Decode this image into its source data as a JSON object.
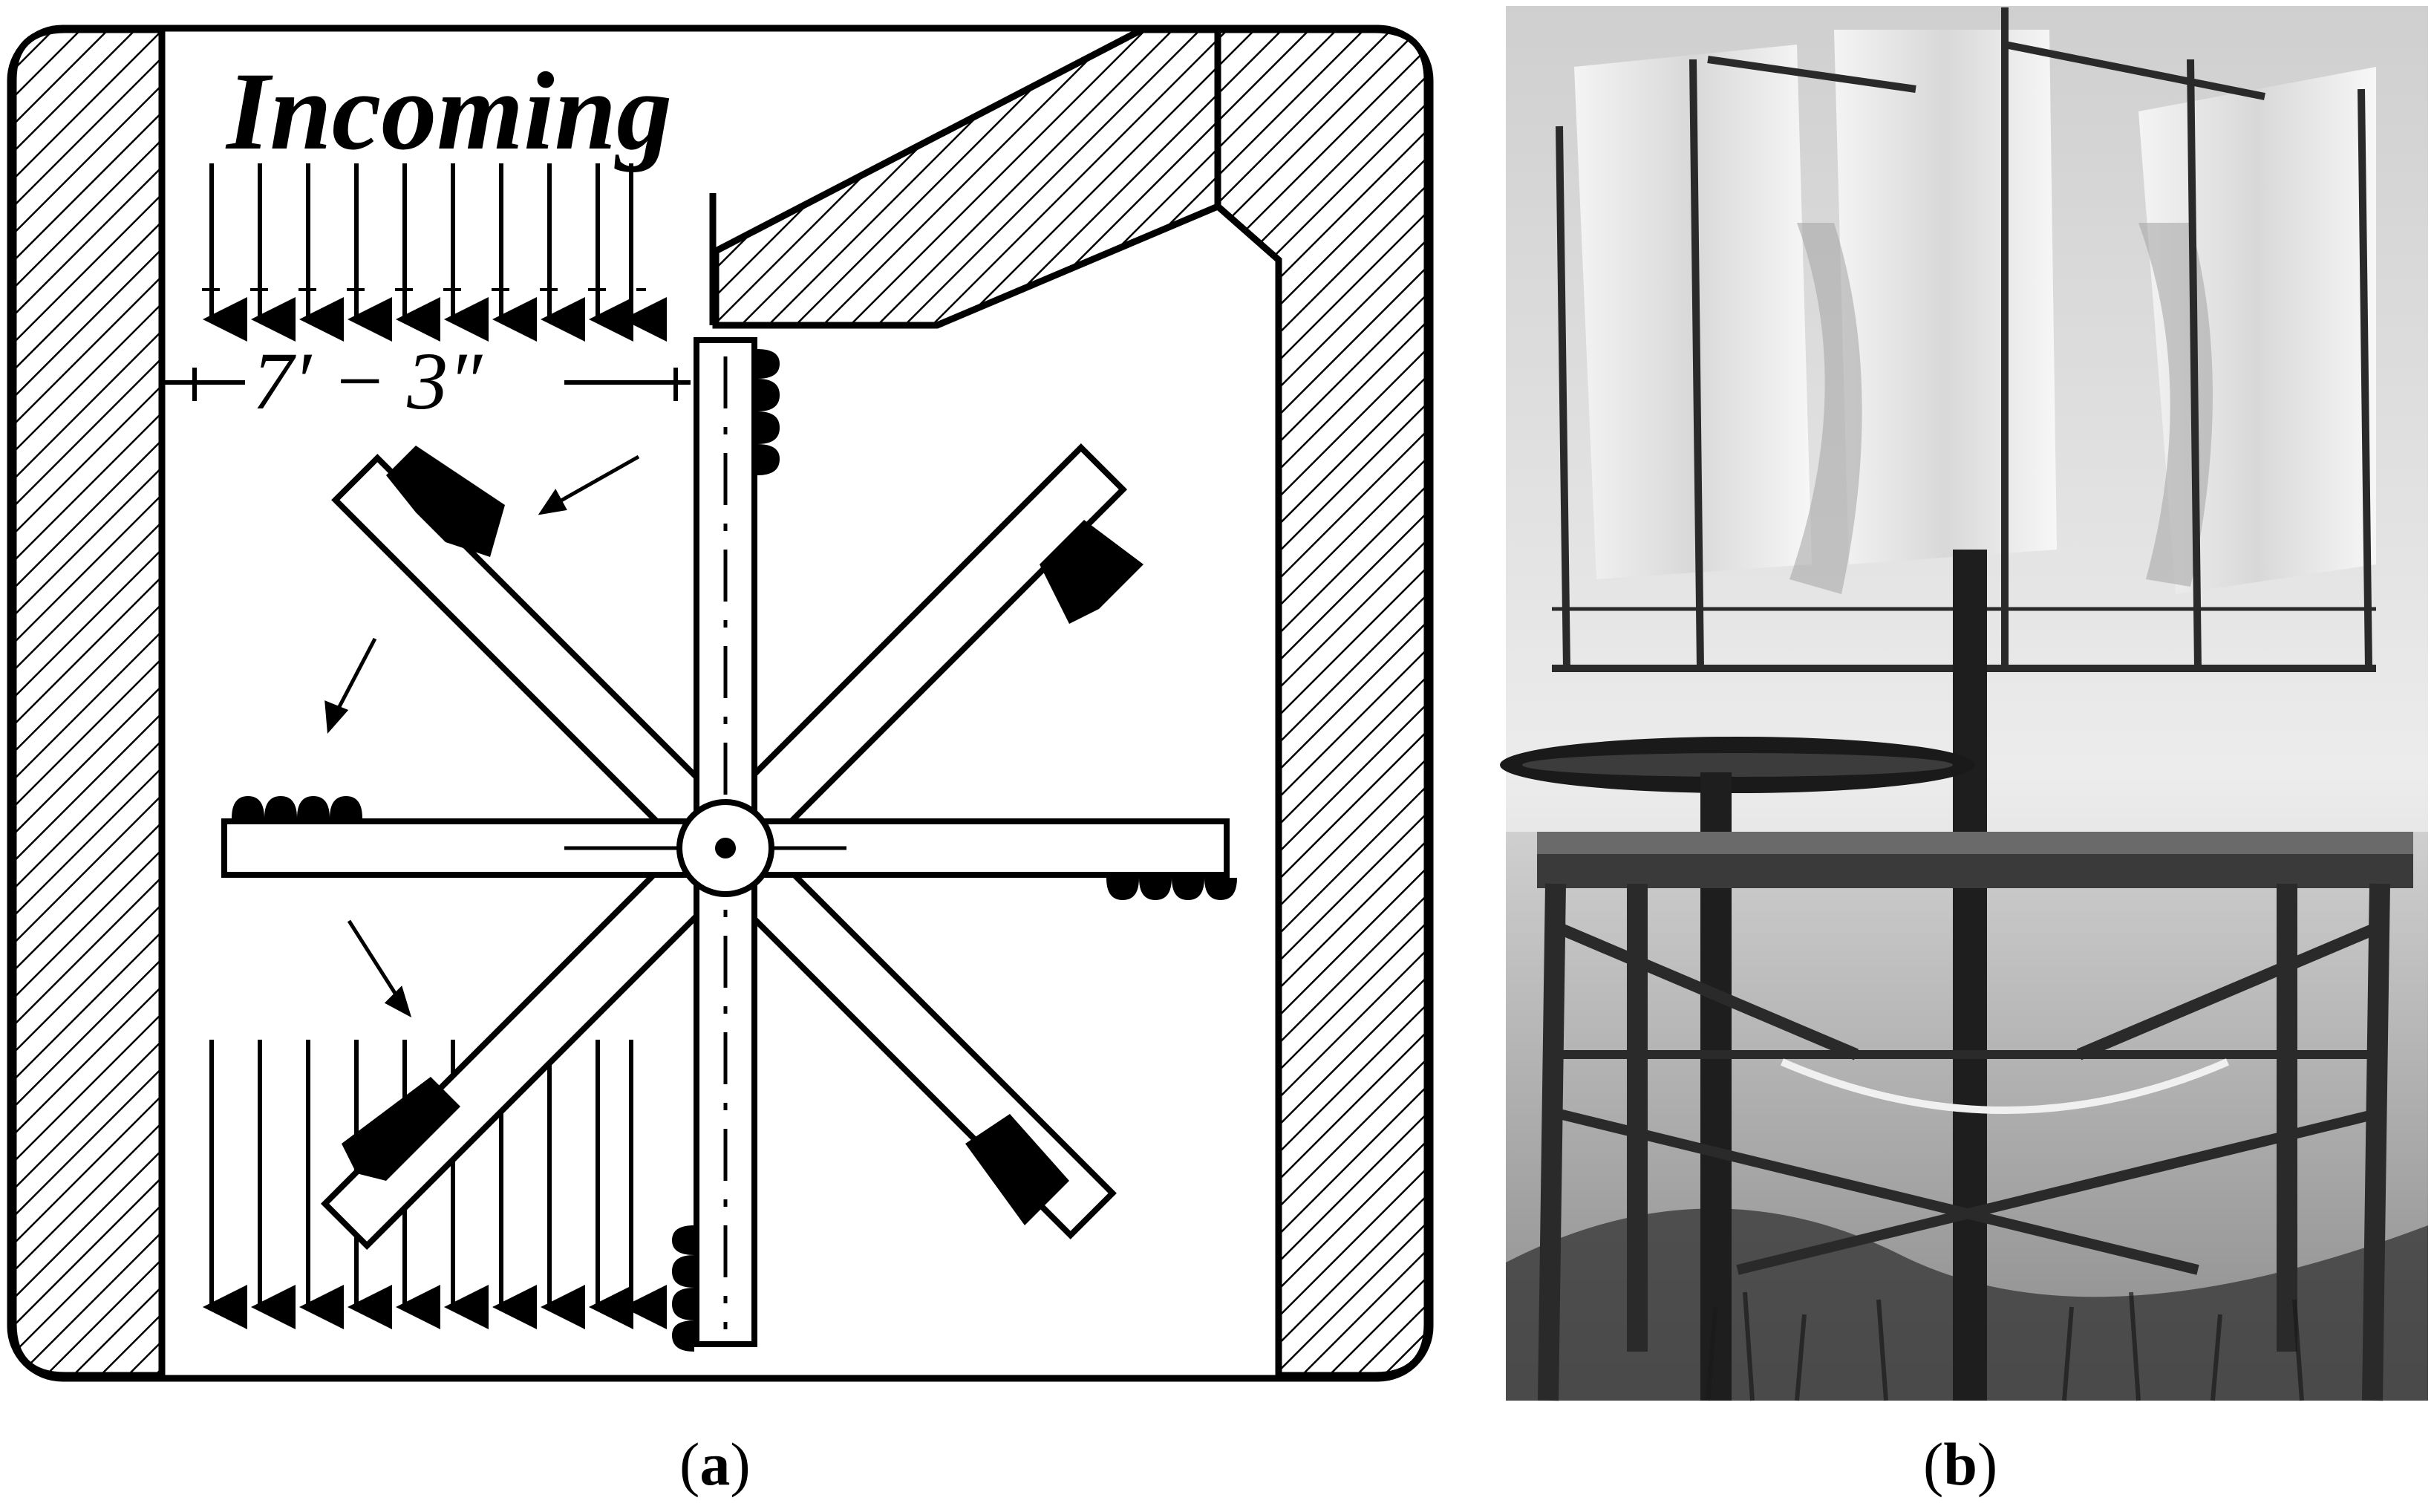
{
  "panel_a": {
    "title": "Incoming",
    "dimension": "7′ − 3″",
    "caption_letter": "a"
  },
  "panel_b": {
    "caption_letter": "b"
  },
  "colors": {
    "ink": "#000000",
    "paper": "#ffffff",
    "photo_sky": "#e6e6e6",
    "photo_dark": "#2a2a2a"
  }
}
